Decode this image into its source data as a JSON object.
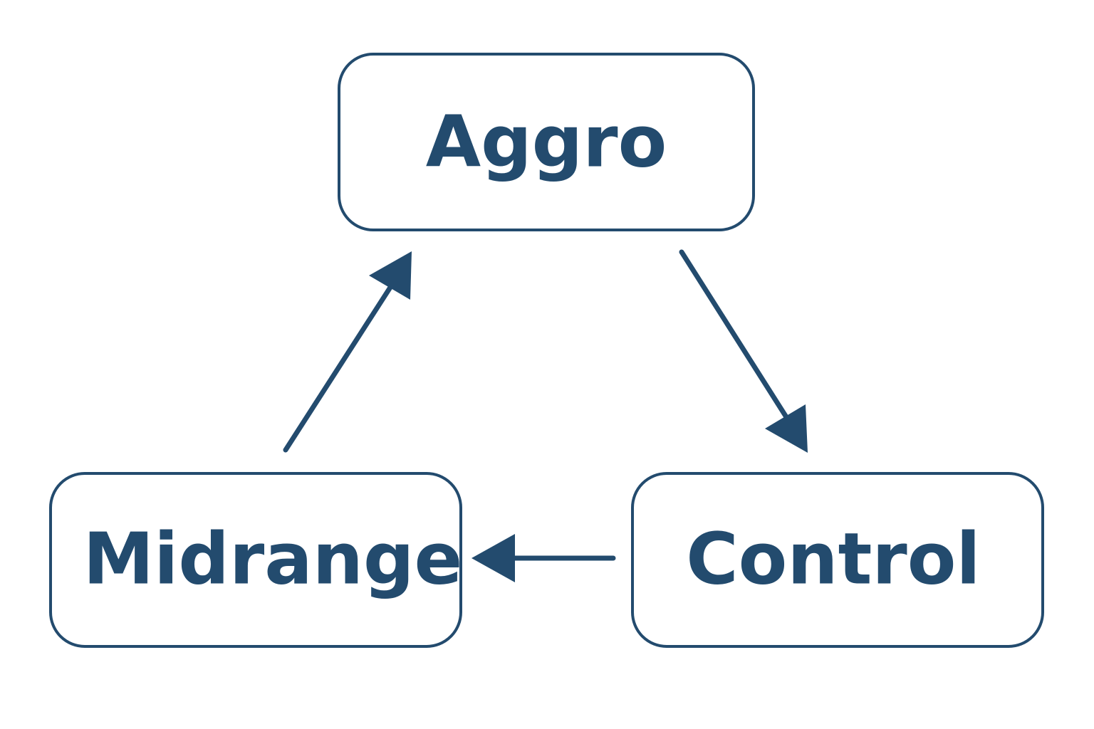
{
  "diagram": {
    "colors": {
      "primary": "#234b6e",
      "background": "#ffffff"
    },
    "nodes": {
      "aggro": {
        "label": "Aggro"
      },
      "control": {
        "label": "Control"
      },
      "midrange": {
        "label": "Midrange"
      }
    },
    "edges": [
      {
        "from": "aggro",
        "to": "control"
      },
      {
        "from": "control",
        "to": "midrange"
      },
      {
        "from": "midrange",
        "to": "aggro"
      }
    ]
  }
}
